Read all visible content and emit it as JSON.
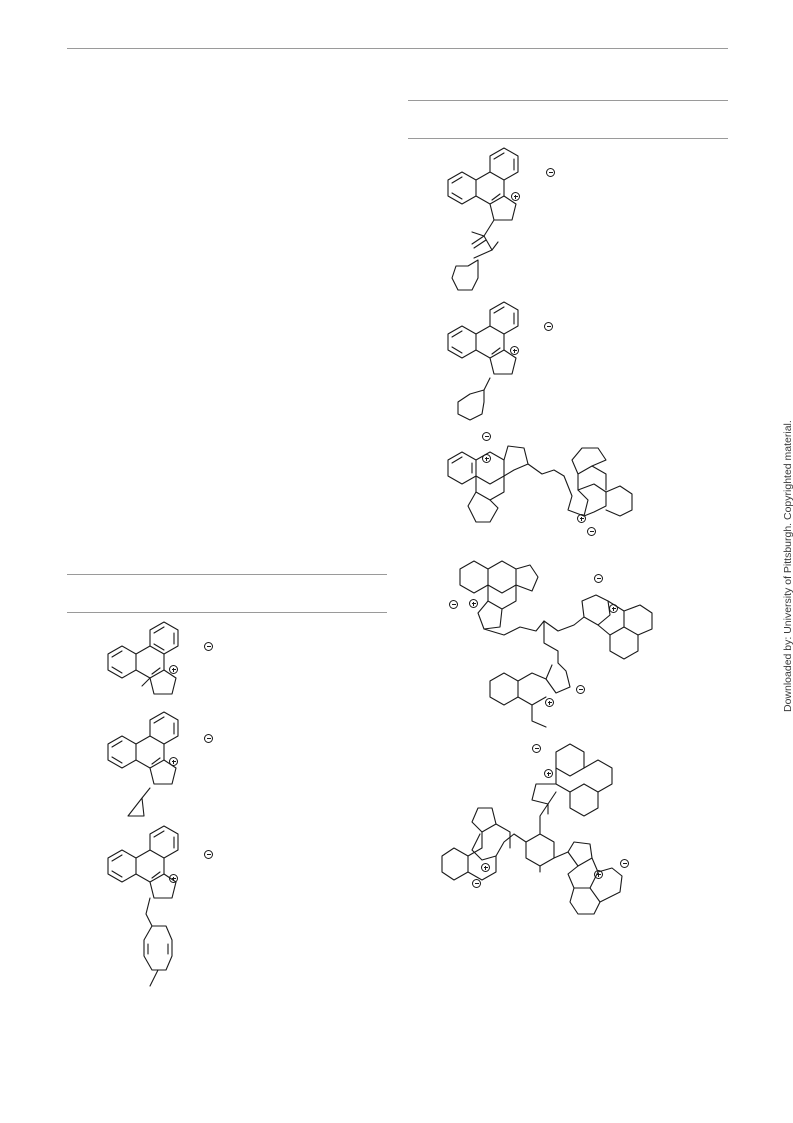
{
  "side_note": "Downloaded by: University of Pittsburgh. Copyrighted material.",
  "structures": [
    {
      "id": "left-1",
      "icon": "phenanthro-imidazolinium-methyl",
      "cation_marker": "plus",
      "anion_marker": "minus"
    },
    {
      "id": "left-2",
      "icon": "phenanthro-imidazolinium-cyclopropyl",
      "cation_marker": "plus",
      "anion_marker": "minus"
    },
    {
      "id": "left-3",
      "icon": "phenanthro-imidazolinium-methylbenzyl",
      "cation_marker": "plus",
      "anion_marker": "minus"
    },
    {
      "id": "right-1",
      "icon": "phenanthro-imidazolinium-phenylalanyl",
      "cation_marker": "plus",
      "anion_marker": "minus"
    },
    {
      "id": "right-2",
      "icon": "phenanthro-imidazolinium-benzyl",
      "cation_marker": "plus",
      "anion_marker": "minus"
    },
    {
      "id": "right-3",
      "icon": "bis-phenanthro-imidazolinium-ethylene",
      "cation_marker": "plus",
      "anion_marker": "minus"
    },
    {
      "id": "right-4",
      "icon": "tris-phenanthro-imidazolinium-amine",
      "cation_marker": "plus",
      "anion_marker": "minus"
    },
    {
      "id": "right-5",
      "icon": "tris-phenanthro-imidazolinium-cyclohexane",
      "cation_marker": "plus",
      "anion_marker": "minus"
    }
  ]
}
